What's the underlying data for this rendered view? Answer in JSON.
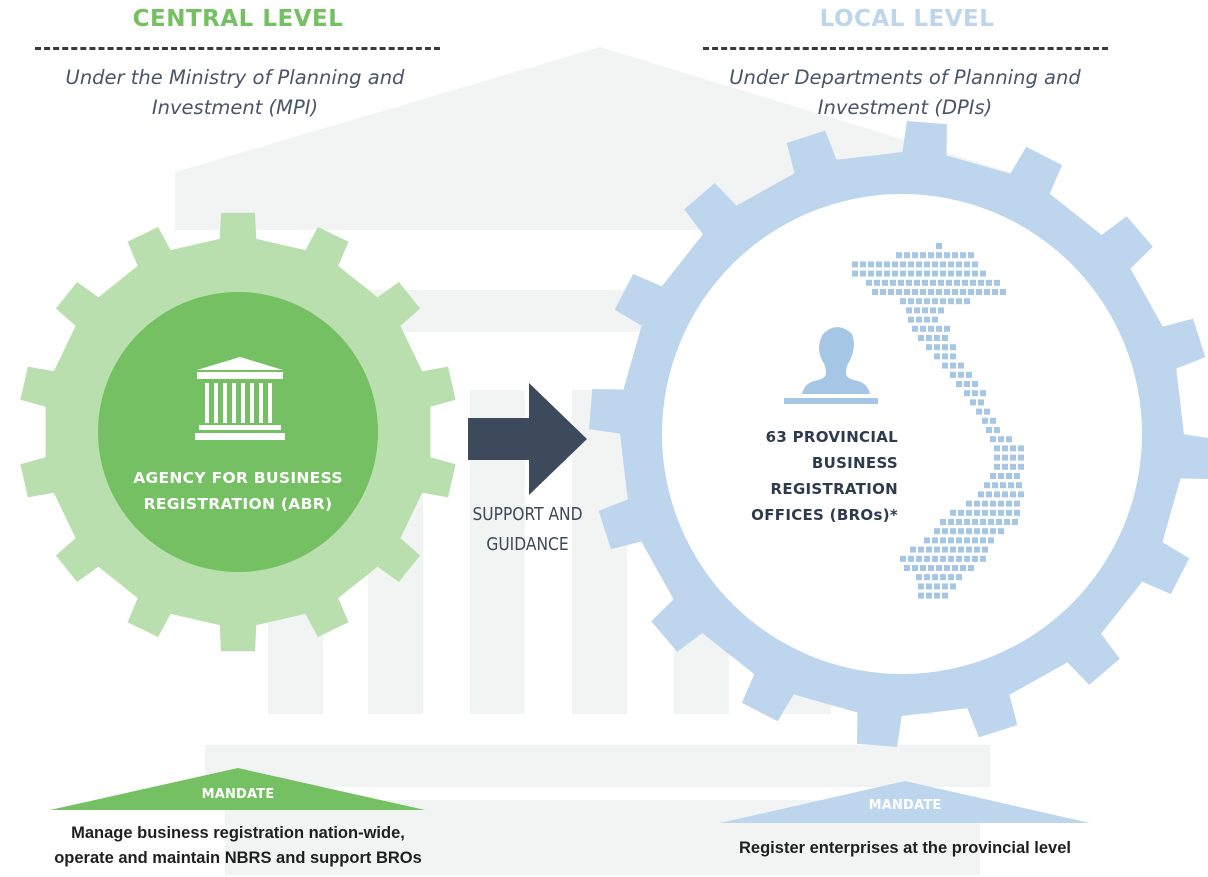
{
  "central": {
    "heading": "CENTRAL LEVEL",
    "subtitle_line1": "Under the Ministry of Planning and",
    "subtitle_line2": "Investment (MPI)",
    "agency_line1": "AGENCY FOR BUSINESS",
    "agency_line2": "REGISTRATION (ABR)",
    "mandate_label": "MANDATE",
    "mandate_line1": "Manage business registration nation-wide,",
    "mandate_line2": "operate and maintain NBRS and support BROs"
  },
  "arrow": {
    "label_line1": "SUPPORT AND",
    "label_line2": "GUIDANCE"
  },
  "local": {
    "heading": "LOCAL LEVEL",
    "subtitle_line1": "Under Departments of Planning and",
    "subtitle_line2": "Investment (DPIs)",
    "offices_line1": "63 PROVINCIAL",
    "offices_line2": "BUSINESS",
    "offices_line3": "REGISTRATION",
    "offices_line4": "OFFICES (BROs)*",
    "mandate_label": "MANDATE",
    "mandate_line1": "Register enterprises at the provincial level"
  },
  "colors": {
    "green": "#74c062",
    "green_light": "#b9dfae",
    "blue_light": "#bed6ed",
    "blue_map": "#a6c6e6",
    "navy": "#3d4a5c",
    "watermark": "#f2f3f3"
  },
  "icons": {
    "agency": "government-building-icon",
    "offices": "registration-stamp-icon",
    "map": "vietnam-map-icon",
    "arrow": "right-arrow-icon"
  }
}
